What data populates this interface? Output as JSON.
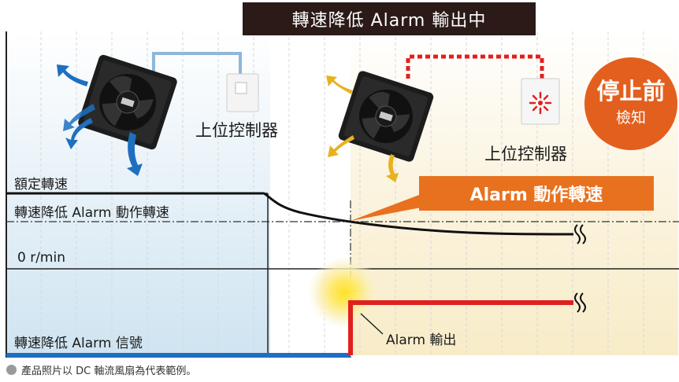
{
  "banner_title": "轉速降低 Alarm 輸出中",
  "alarm_speed_label": "Alarm 動作轉速",
  "badge": {
    "line1": "停止前",
    "line2": "檢知"
  },
  "controller_left": "上位控制器",
  "controller_right": "上位控制器",
  "rated_speed": "額定轉速",
  "alarm_speed_row": "轉速降低 Alarm 動作轉速",
  "zero_speed": "0 r/min",
  "alarm_signal": "轉速降低 Alarm 信號",
  "alarm_output": "Alarm 輸出",
  "footnote": "產品照片以 DC 軸流風扇為代表範例。",
  "colors": {
    "banner_bg": "#2b1a18",
    "accent_orange": "#e8711f",
    "badge_orange": "#e35f1e",
    "signal_blue": "#1f6fc0",
    "alarm_red": "#e02020",
    "left_panel": "#dcecf5",
    "right_panel": "#fbf2d8"
  },
  "icons": [
    "fan-icon",
    "airflow-arrow-icon",
    "controller-box-icon",
    "alarm-burst-icon",
    "break-mark-icon"
  ]
}
